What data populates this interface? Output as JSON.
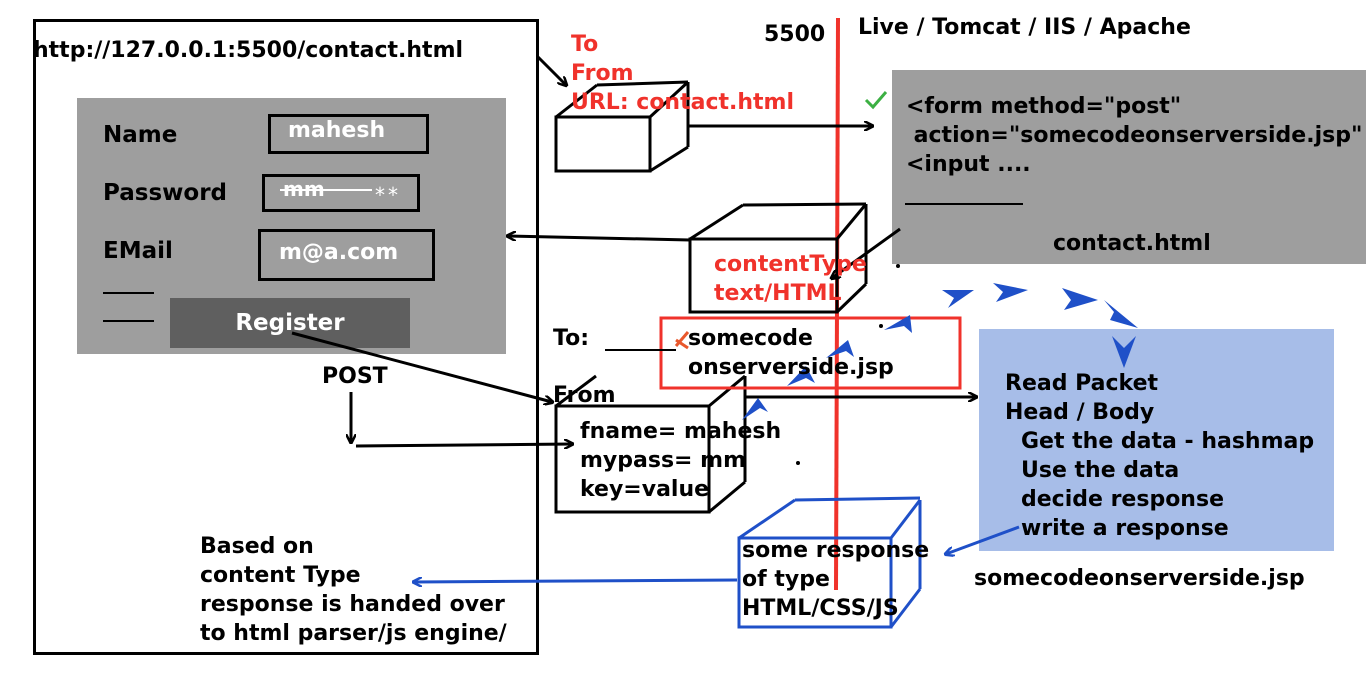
{
  "browser": {
    "url": "http://127.0.0.1:5500/contact.html",
    "form": {
      "name_label": "Name",
      "name_value": "mahesh",
      "password_label": "Password",
      "password_value_struck": "mm",
      "password_value_masked": "**",
      "email_label": "EMail",
      "email_value": "m@a.com",
      "register_button": "Register"
    },
    "post_label": "POST",
    "handover_note": [
      "Based on",
      "content Type",
      "response is handed over",
      "to html parser/js engine/"
    ]
  },
  "request_packet": {
    "lines": [
      "To",
      "From",
      "URL: contact.html"
    ]
  },
  "server": {
    "port": "5500",
    "title": "Live / Tomcat / IIS / Apache"
  },
  "contact_file": {
    "code_lines": [
      "<form method=\"post\"",
      " action=\"somecodeonserverside.jsp\"",
      "<input ...."
    ],
    "file_name": "contact.html"
  },
  "response_packet": {
    "lines": [
      "contentType",
      "text/HTML"
    ]
  },
  "post_packet": {
    "to_label": "To: ",
    "to_value": [
      "somecode",
      "onserverside.jsp"
    ],
    "from_label": "From",
    "body": [
      "fname= mahesh",
      "mypass= mm",
      "key=value"
    ]
  },
  "jsp_process": {
    "lines": [
      "Read Packet",
      "Head / Body",
      "Get the data - hashmap",
      "Use the data",
      "decide response",
      "write a response"
    ],
    "file_name": "somecodeonserverside.jsp"
  },
  "response_box": {
    "lines": [
      "some response",
      "of type",
      "HTML/CSS/JS"
    ]
  },
  "colors": {
    "red": "#f0322b",
    "blue": "#1f50c8",
    "gray_panel": "#9e9e9e",
    "dark_button": "#5f5f5f",
    "light_blue": "#a7bde8",
    "check_green": "#3cb043"
  }
}
